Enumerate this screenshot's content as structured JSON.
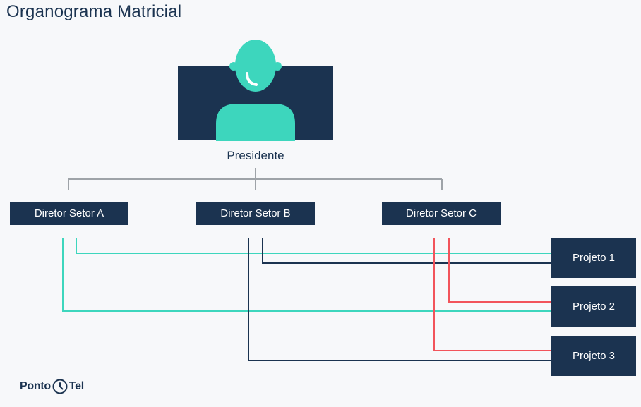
{
  "title": "Organograma Matricial",
  "president": {
    "label": "Presidente"
  },
  "directors": [
    {
      "label": "Diretor Setor A"
    },
    {
      "label": "Diretor Setor B"
    },
    {
      "label": "Diretor Setor C"
    }
  ],
  "projects": [
    {
      "label": "Projeto 1"
    },
    {
      "label": "Projeto 2"
    },
    {
      "label": "Projeto 3"
    }
  ],
  "logo": {
    "part1": "Ponto",
    "part2": "Tel"
  },
  "colors": {
    "navy": "#1b3350",
    "teal": "#3dd6bd",
    "red": "#f2545b",
    "gray": "#9ea3a8"
  }
}
